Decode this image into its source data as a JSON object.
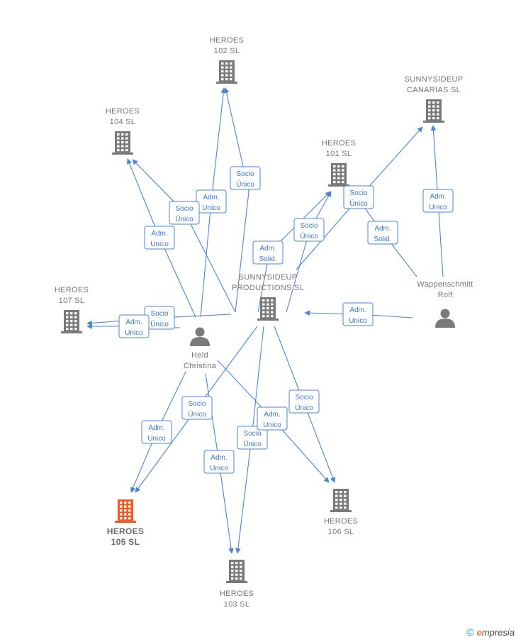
{
  "colors": {
    "edge": "#4a86d8",
    "node": "#7a7a7a",
    "highlight": "#f05a28"
  },
  "nodes": [
    {
      "id": "heroes102",
      "type": "company",
      "lines": [
        "HEROES",
        "102  SL"
      ]
    },
    {
      "id": "heroes104",
      "type": "company",
      "lines": [
        "HEROES",
        "104  SL"
      ]
    },
    {
      "id": "heroes101",
      "type": "company",
      "lines": [
        "HEROES",
        "101  SL"
      ]
    },
    {
      "id": "sunnycanarias",
      "type": "company",
      "lines": [
        "SUNNYSIDEUP",
        "CANARIAS  SL"
      ]
    },
    {
      "id": "heroes107",
      "type": "company",
      "lines": [
        "HEROES",
        "107  SL"
      ]
    },
    {
      "id": "sunnyprod",
      "type": "company",
      "lines": [
        "SUNNYSIDEUP",
        "PRODUCTIONS SL"
      ]
    },
    {
      "id": "wappenschmitt",
      "type": "person",
      "lines": [
        "Wappenschmitt",
        "Rolf"
      ]
    },
    {
      "id": "held",
      "type": "person",
      "lines": [
        "Held",
        "Christina"
      ]
    },
    {
      "id": "heroes105",
      "type": "company",
      "highlight": true,
      "lines": [
        "HEROES",
        "105  SL"
      ]
    },
    {
      "id": "heroes106",
      "type": "company",
      "lines": [
        "HEROES",
        "106  SL"
      ]
    },
    {
      "id": "heroes103",
      "type": "company",
      "lines": [
        "HEROES",
        "103  SL"
      ]
    }
  ],
  "edges": [
    {
      "lines": [
        "Socio",
        "Único"
      ]
    },
    {
      "lines": [
        "Adm.",
        "Unico"
      ]
    },
    {
      "lines": [
        "Socio",
        "Único"
      ]
    },
    {
      "lines": [
        "Adm.",
        "Unico"
      ]
    },
    {
      "lines": [
        "Socio",
        "Único"
      ]
    },
    {
      "lines": [
        "Adm.",
        "Solid."
      ]
    },
    {
      "lines": [
        "Socio",
        "Único"
      ]
    },
    {
      "lines": [
        "Adm.",
        "Solid."
      ]
    },
    {
      "lines": [
        "Adm.",
        "Unico"
      ]
    },
    {
      "lines": [
        "Adm.",
        "Unico"
      ]
    },
    {
      "lines": [
        "Socio",
        "Único"
      ]
    },
    {
      "lines": [
        "Adm.",
        "Unico"
      ]
    },
    {
      "lines": [
        "Socio",
        "Único"
      ]
    },
    {
      "lines": [
        "Adm.",
        "Unico"
      ]
    },
    {
      "lines": [
        "Socio",
        "Único"
      ]
    },
    {
      "lines": [
        "Adm.",
        "Unico"
      ]
    },
    {
      "lines": [
        "Socio",
        "Único"
      ]
    },
    {
      "lines": [
        "Adm.",
        "Unico"
      ]
    }
  ],
  "footer": {
    "copyright": "©",
    "brand_initial": "e",
    "brand_rest": "mpresia"
  }
}
